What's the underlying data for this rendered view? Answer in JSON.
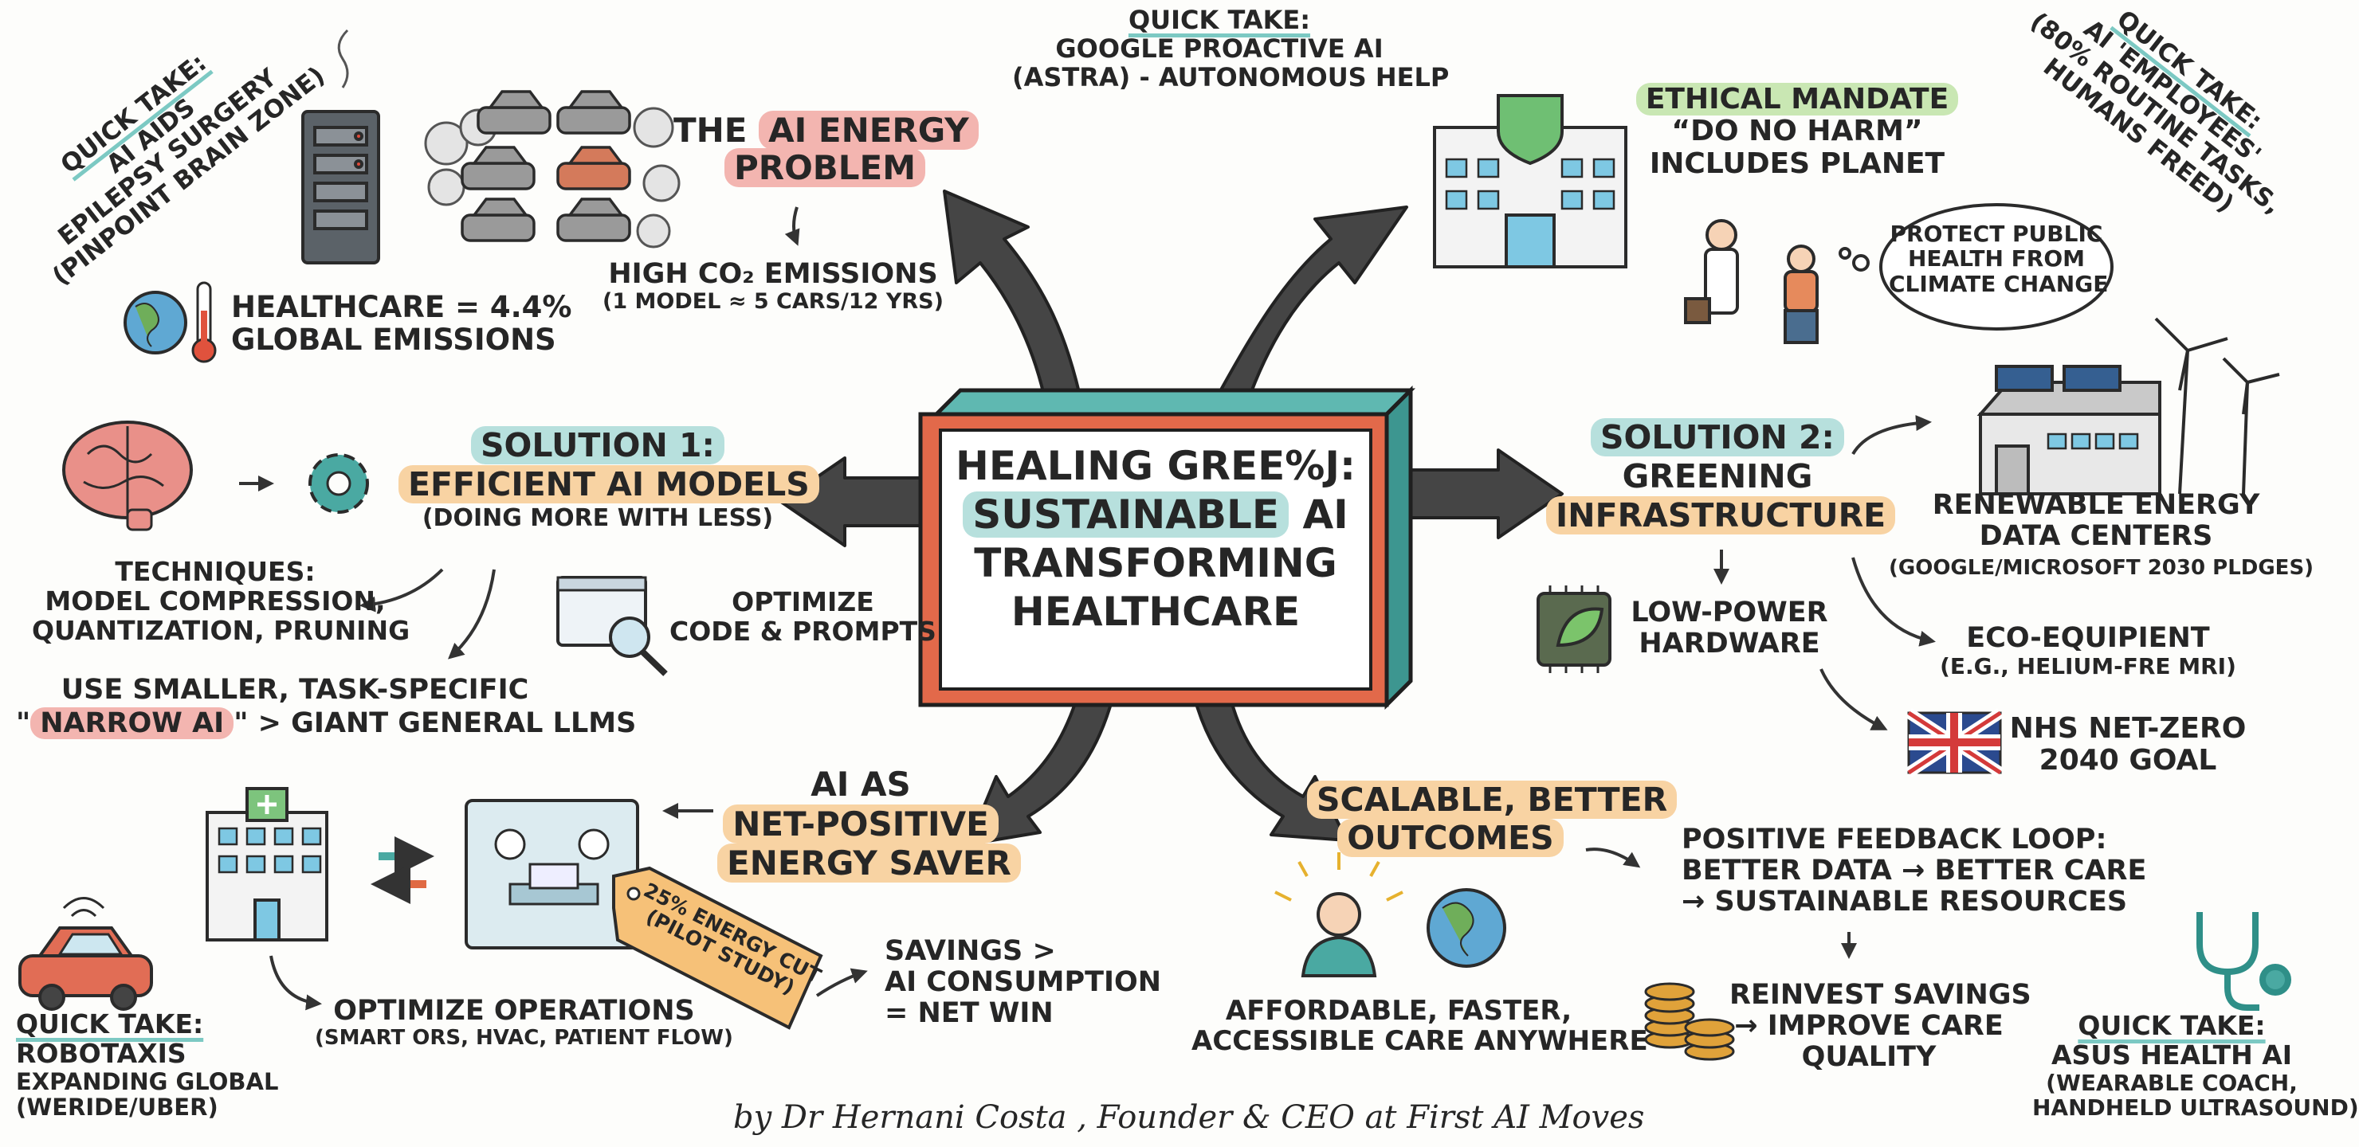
{
  "title": {
    "line1": "HEALING GREE%J:",
    "line2_highlight": "SUSTAINABLE",
    "line2_rest": " AI",
    "line3": "TRANSFORMING",
    "line4": "HEALTHCARE"
  },
  "energy_problem": {
    "heading_pre": "THE ",
    "heading_highlight": "AI ENERGY",
    "heading_line2": "PROBLEM",
    "emissions_line1": "HIGH CO₂ EMISSIONS",
    "emissions_line2": "(1 MODEL ≈ 5 CARS/12 YRS)",
    "healthcare_line1": "HEALTHCARE = 4.4%",
    "healthcare_line2": "GLOBAL EMISSIONS"
  },
  "solution1": {
    "label": "SOLUTION 1:",
    "heading": "EFFICIENT AI MODELS",
    "subheading": "(DOING MORE WITH LESS)",
    "techniques_line1": "TECHNIQUES:",
    "techniques_line2": "MODEL COMPRESSION,",
    "techniques_line3": "QUANTIZATION, PRUNING",
    "optimize_line1": "OPTIMIZE",
    "optimize_line2": "CODE & PROMPTS",
    "smaller_line1": "USE SMALLER, TASK-SPECIFIC",
    "narrow_quote_open": "\"",
    "narrow_highlight": "NARROW AI",
    "narrow_rest": "\" > GIANT GENERAL LLMS"
  },
  "solution2": {
    "label": "SOLUTION 2:",
    "heading_line1": "GREENING",
    "heading_line2": "INFRASTRUCTURE",
    "renewable_line1": "RENEWABLE ENERGY",
    "renewable_line2": "DATA CENTERS",
    "renewable_line3": "(GOOGLE/MICROSOFT 2030 PLDGES)",
    "lowpower_line1": "LOW-POWER",
    "lowpower_line2": "HARDWARE",
    "eco_line1": "ECO-EQUIPIENT",
    "eco_line2": "(E.G., HELIUM-FRE MRI)",
    "nhs_line1": "NHS NET-ZERO",
    "nhs_line2": "2040 GOAL"
  },
  "ethical": {
    "heading": "ETHICAL MANDATE",
    "line1": "“DO NO HARM”",
    "line2": "INCLUDES PLANET",
    "bubble_line1": "PROTECT PUBLIC",
    "bubble_line2": "HEALTH FROM",
    "bubble_line3": "CLIMATE CHANGE"
  },
  "energy_saver": {
    "line1": "AI AS",
    "line2": "NET-POSITIVE",
    "line3": "ENERGY SAVER",
    "tag_line1": "25% ENERGY CUT",
    "tag_line2": "(PILOT STUDY)",
    "ops_line1": "OPTIMIZE OPERATIONS",
    "ops_line2": "(SMART ORS, HVAC, PATIENT FLOW)",
    "savings_line1": "SAVINGS >",
    "savings_line2": "AI CONSUMPTION",
    "savings_line3": "= NET WIN"
  },
  "outcomes": {
    "line1": "SCALABLE, BETTER",
    "line2": "OUTCOMES",
    "affordable_line1": "AFFORDABLE, FASTER,",
    "affordable_line2": "ACCESSIBLE CARE ANYWHERE",
    "loop_line1": "POSITIVE FEEDBACK LOOP:",
    "loop_line2": "BETTER DATA → BETTER CARE",
    "loop_line3": "→ SUSTAINABLE RESOURCES",
    "reinvest_line1": "REINVEST SAVINGS",
    "reinvest_line2": "→ IMPROVE CARE",
    "reinvest_line3": "QUALITY"
  },
  "quick_takes": {
    "epilepsy": {
      "label": "QUICK TAKE:",
      "line1": "AI AIDS",
      "line2": "EPILEPSY SURGERY",
      "line3": "(PINPOINT BRAIN ZONE)"
    },
    "google": {
      "label": "QUICK TAKE:",
      "line1": "GOOGLE PROACTIVE AI",
      "line2": "(ASTRA) - AUTONOMOUS HELP"
    },
    "employees": {
      "label": "QUICK TAKE:",
      "line1": "AI 'EMPLOYEES'",
      "line2": "(80% ROUTINE TASKS,",
      "line3": "HUMANS FREED)"
    },
    "robotaxis": {
      "label": "QUICK TAKE:",
      "line1": "ROBOTAXIS",
      "line2": "EXPANDING GLOBAL",
      "line3": "(WERIDE/UBER)"
    },
    "asus": {
      "label": "QUICK TAKE:",
      "line1": "ASUS HEALTH AI",
      "line2": "(WEARABLE COACH,",
      "line3": "HANDHELD ULTRASOUND)"
    }
  },
  "footer": {
    "byline": "by Dr Hernani Costa , Founder & CEO at First AI Moves"
  },
  "colors": {
    "teal": "#4aa9a2",
    "orange": "#e06a43",
    "arrow": "#4a4a4a",
    "hl_teal": "#b7e0dd",
    "hl_orange": "#f8d3a3",
    "hl_pink": "#f3b5b0",
    "hl_green": "#c9e7b3"
  },
  "icons": [
    "server-icon",
    "car-icon",
    "smoke-icon",
    "globe-icon",
    "thermometer-icon",
    "brain-icon",
    "gear-icon",
    "code-search-icon",
    "hospital-icon",
    "operating-room-icon",
    "energy-tag-icon",
    "robotaxi-icon",
    "doctor-icon",
    "coins-icon",
    "stethoscope-icon",
    "shield-leaf-icon",
    "patient-icon",
    "thought-bubble-icon",
    "solar-datacenter-icon",
    "wind-turbine-icon",
    "chip-leaf-icon",
    "uk-flag-icon"
  ]
}
